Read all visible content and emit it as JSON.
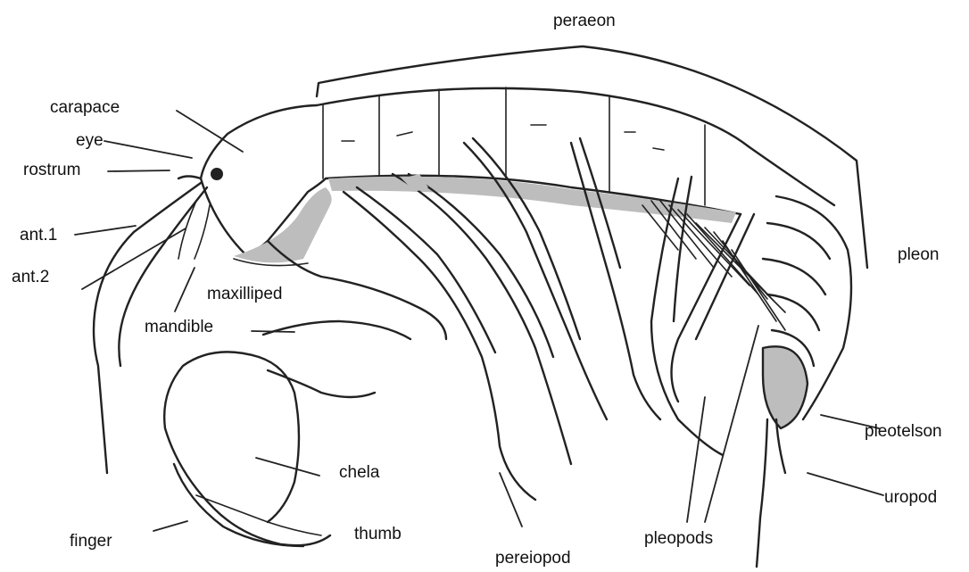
{
  "labels": {
    "peraeon": "peraeon",
    "carapace": "carapace",
    "eye": "eye",
    "rostrum": "rostrum",
    "ant1": "ant.1",
    "ant2": "ant.2",
    "maxilliped": "maxilliped",
    "mandible": "mandible",
    "chela": "chela",
    "finger": "finger",
    "thumb": "thumb",
    "pereiopod": "pereiopod",
    "pleopods": "pleopods",
    "pleon": "pleon",
    "pleotelson": "pleotelson",
    "uropod": "uropod"
  }
}
